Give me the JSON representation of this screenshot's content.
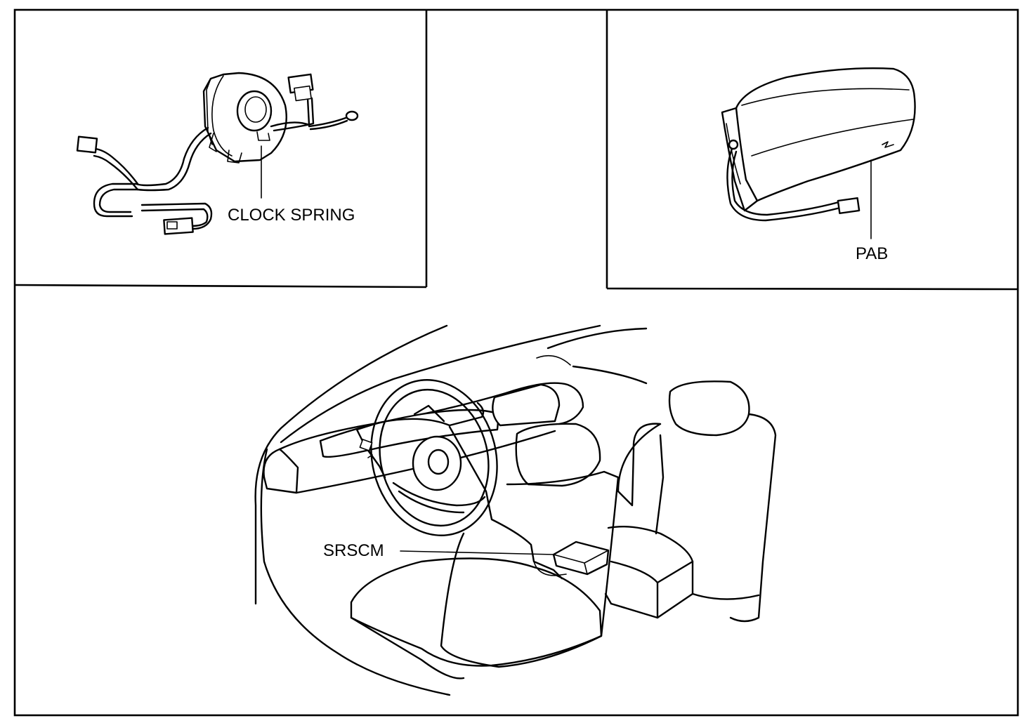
{
  "labels": {
    "clock_spring": "CLOCK SPRING",
    "pab": "PAB",
    "srscm": "SRSCM"
  },
  "colors": {
    "ink": "#000000",
    "background": "#ffffff"
  }
}
